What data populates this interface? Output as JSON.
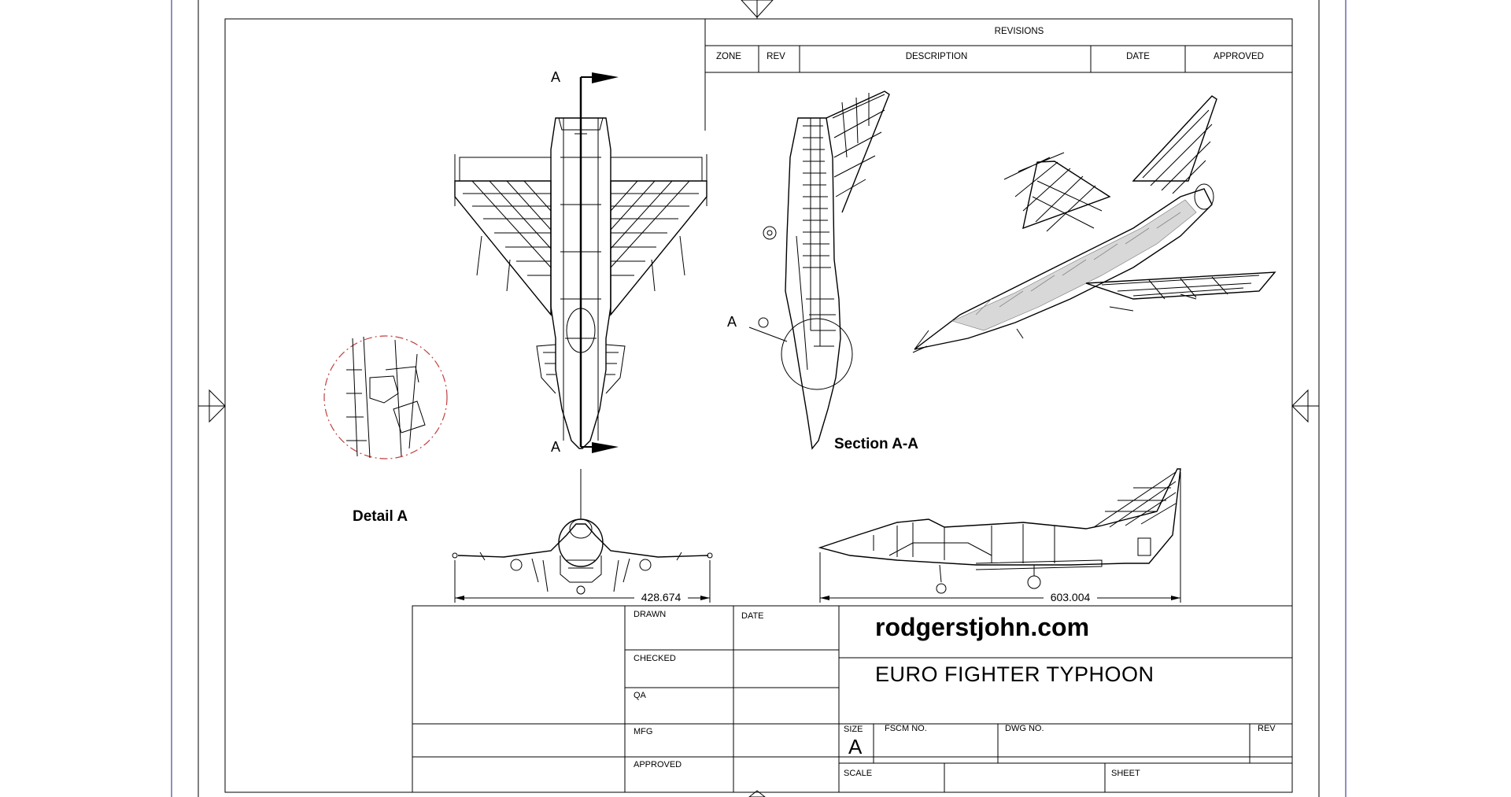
{
  "revisions": {
    "title": "REVISIONS",
    "columns": [
      "ZONE",
      "REV",
      "DESCRIPTION",
      "DATE",
      "APPROVED"
    ]
  },
  "views": {
    "section_marker": "A",
    "section_label": "Section A-A",
    "detail_label": "Detail A",
    "span_dimension": "428.674",
    "length_dimension": "603.004"
  },
  "title_block": {
    "site": "rodgerstjohn.com",
    "drawing_title": "EURO FIGHTER TYPHOON",
    "labels": {
      "drawn": "DRAWN",
      "date": "DATE",
      "checked": "CHECKED",
      "qa": "QA",
      "mfg": "MFG",
      "approved": "APPROVED",
      "size": "SIZE",
      "fscm": "FSCM NO.",
      "dwg": "DWG NO.",
      "rev": "REV",
      "scale": "SCALE",
      "sheet": "SHEET"
    },
    "size_value": "A"
  },
  "colors": {
    "frame_outer": "#6a6ab0",
    "line": "#000000",
    "detail_circle": "#c04040",
    "shading": "#8c8c8c"
  }
}
